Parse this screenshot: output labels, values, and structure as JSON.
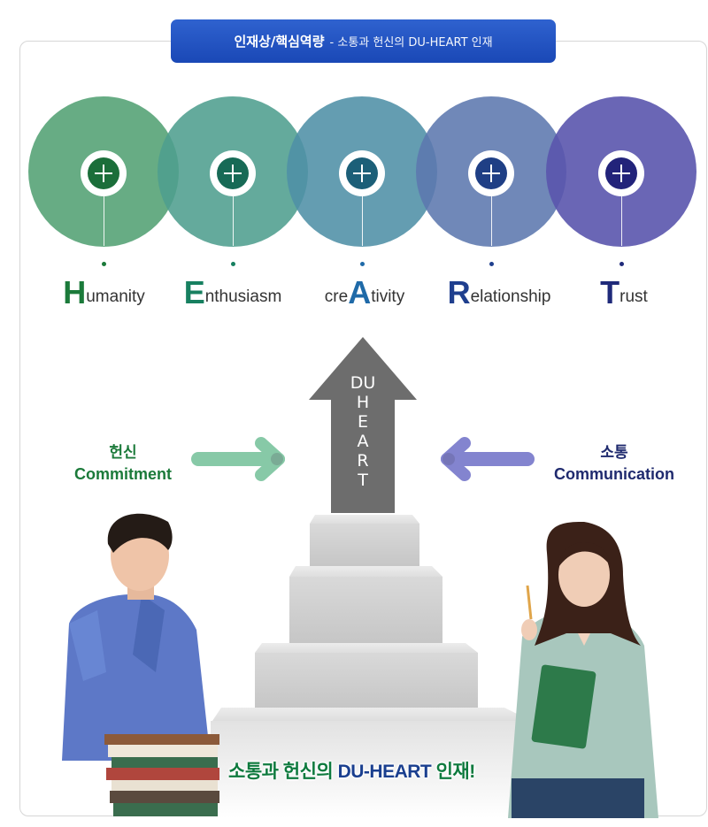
{
  "header": {
    "title": "인재상/핵심역량",
    "subtitle": "- 소통과 헌신의 DU-HEART 인재"
  },
  "competencies": [
    {
      "prefix": "",
      "letter": "H",
      "rest": "umanity",
      "color": "#1b7a3a",
      "circle": "#5aa57a"
    },
    {
      "prefix": "",
      "letter": "E",
      "rest": "nthusiasm",
      "color": "#178060",
      "circle": "#4f9e8e"
    },
    {
      "prefix": "cre",
      "letter": "A",
      "rest": "tivity",
      "color": "#1f6aa8",
      "circle": "#4e8fa6"
    },
    {
      "prefix": "",
      "letter": "R",
      "rest": "elationship",
      "color": "#1f3f8e",
      "circle": "#5c78ae"
    },
    {
      "prefix": "",
      "letter": "T",
      "rest": "rust",
      "color": "#1f2a7a",
      "circle": "#5a55ad"
    }
  ],
  "arrow_text": [
    "D",
    "U",
    "H",
    "E",
    "A",
    "R",
    "T"
  ],
  "left_label": {
    "ko": "헌신",
    "en": "Commitment",
    "color": "#1b7a3a"
  },
  "right_label": {
    "ko": "소통",
    "en": "Communication",
    "color": "#1f2a6e"
  },
  "caption": {
    "part1": "소통과 헌신의 ",
    "part2": "DU-HEART",
    "part3": " 인재!"
  }
}
